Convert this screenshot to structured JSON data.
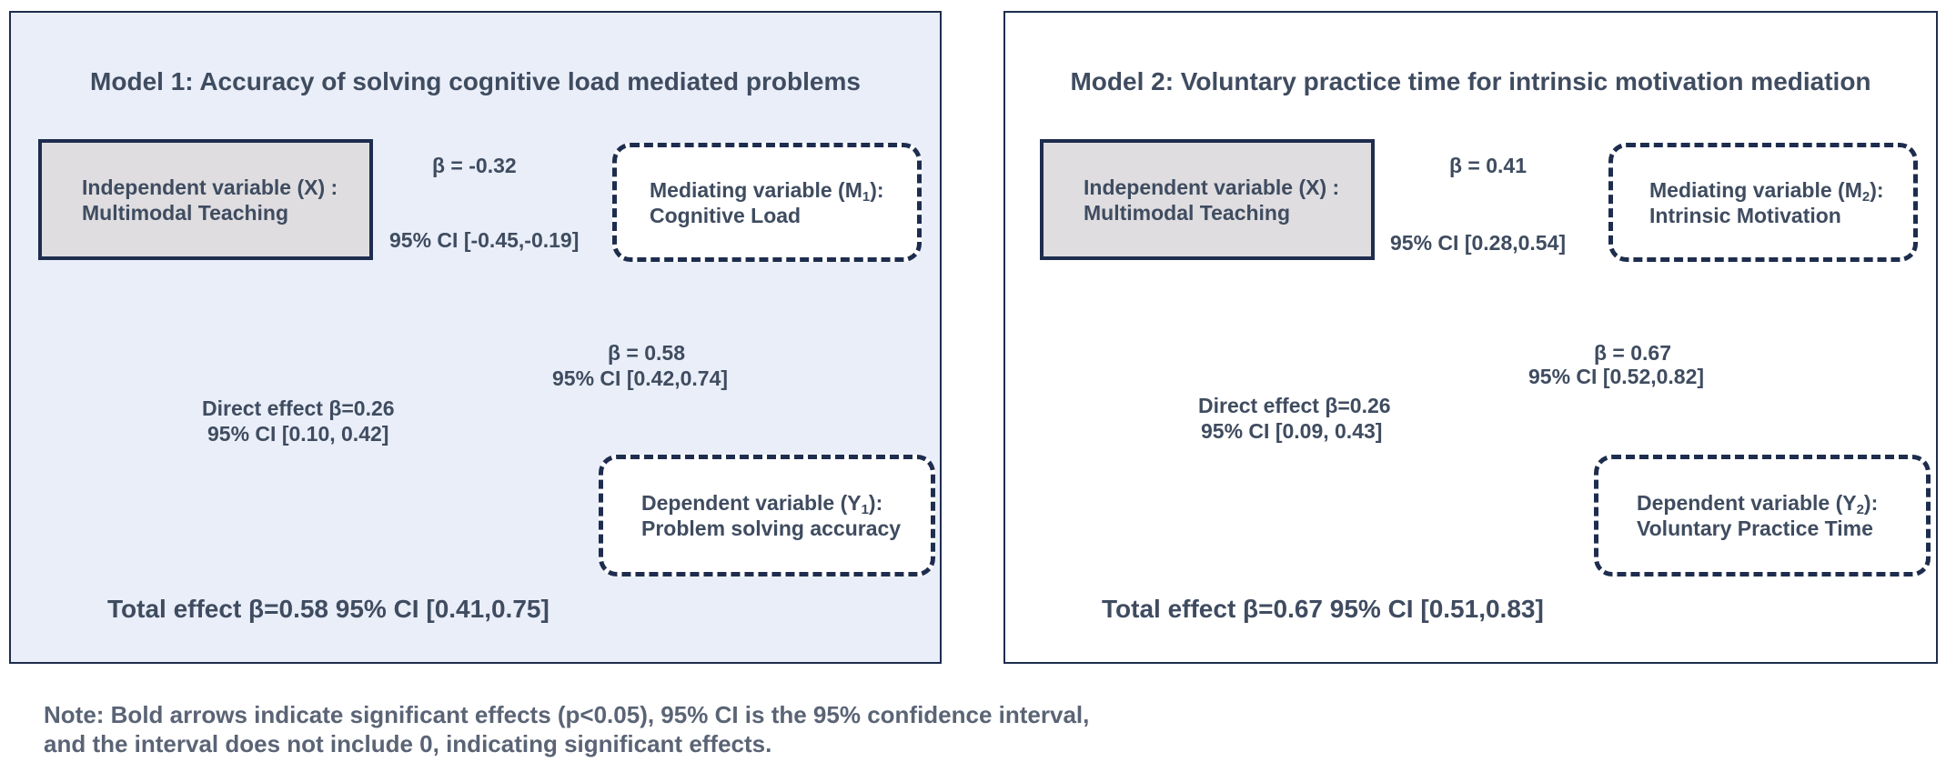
{
  "models": [
    {
      "title": "Model 1: Accuracy of solving cognitive load mediated problems",
      "x_line1": "Independent variable (X) :",
      "x_line2": "Multimodal Teaching",
      "m_pre": "Mediating variable (M",
      "m_sub": "1",
      "m_post": "):",
      "m_line2": "Cognitive Load",
      "y_pre": "Dependent variable (Y",
      "y_sub": "1",
      "y_post": "):",
      "y_line2": "Problem solving accuracy",
      "a_beta": "β = -0.32",
      "a_ci": "95% CI [-0.45,-0.19]",
      "b_beta": "β = 0.58",
      "b_ci": "95%  CI [0.42,0.74]",
      "direct_beta": "Direct effect β=0.26",
      "direct_ci": "95% CI [0.10, 0.42]",
      "total": "Total effect β=0.58 95% CI [0.41,0.75]"
    },
    {
      "title": "Model 2: Voluntary practice time for intrinsic motivation mediation",
      "x_line1": "Independent variable (X) :",
      "x_line2": "Multimodal Teaching",
      "m_pre": "Mediating variable (M",
      "m_sub": "2",
      "m_post": "):",
      "m_line2": "Intrinsic Motivation",
      "y_pre": "Dependent variable (Y",
      "y_sub": "2",
      "y_post": "):",
      "y_line2": "Voluntary Practice Time",
      "a_beta": "β = 0.41",
      "a_ci": "95% CI [0.28,0.54]",
      "b_beta": "β = 0.67",
      "b_ci": "95%  CI [0.52,0.82]",
      "direct_beta": "Direct effect β=0.26",
      "direct_ci": "95% CI [0.09, 0.43]",
      "total": "Total effect β=0.67 95% CI [0.51,0.83]"
    }
  ],
  "note": {
    "line1": "Note: Bold arrows indicate significant effects (p<0.05), 95% CI is the 95% confidence interval,",
    "line2": "and the interval does not include 0, indicating significant effects."
  },
  "colors": {
    "panel1_bg": "#e9eef8",
    "border": "#1e2d4e",
    "x_box_fill": "#dfdde0",
    "text": "#3f4c60"
  }
}
